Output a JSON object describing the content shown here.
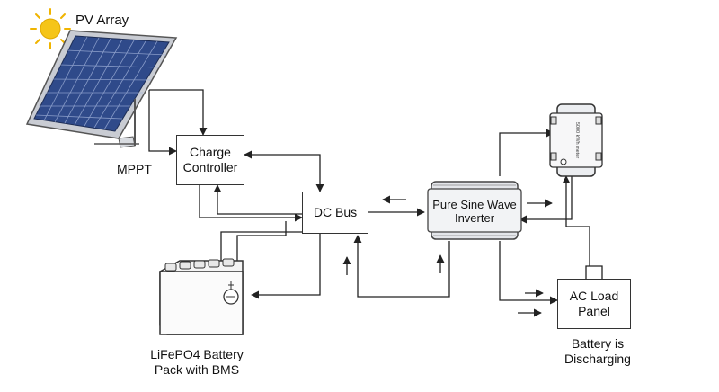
{
  "title_pv": "PV Array",
  "mppt": "MPPT",
  "charge_controller": {
    "line1": "Charge",
    "line2": "Controller"
  },
  "dc_bus": "DC Bus",
  "inverter": {
    "line1": "Pure Sine Wave",
    "line2": "Inverter"
  },
  "meter_label": "5000 kWh meter",
  "ac_load": {
    "line1": "AC Load",
    "line2": "Panel"
  },
  "battery": {
    "line1": "LiFePO4 Battery",
    "line2": "Pack with BMS"
  },
  "status": {
    "line1": "Battery is",
    "line2": "Discharging"
  },
  "colors": {
    "sun": "#f5c518",
    "sun_rays": "#f0b400",
    "panel_cell": "#2f4a8a",
    "frame": "#b8bcc4",
    "line": "#222222"
  }
}
